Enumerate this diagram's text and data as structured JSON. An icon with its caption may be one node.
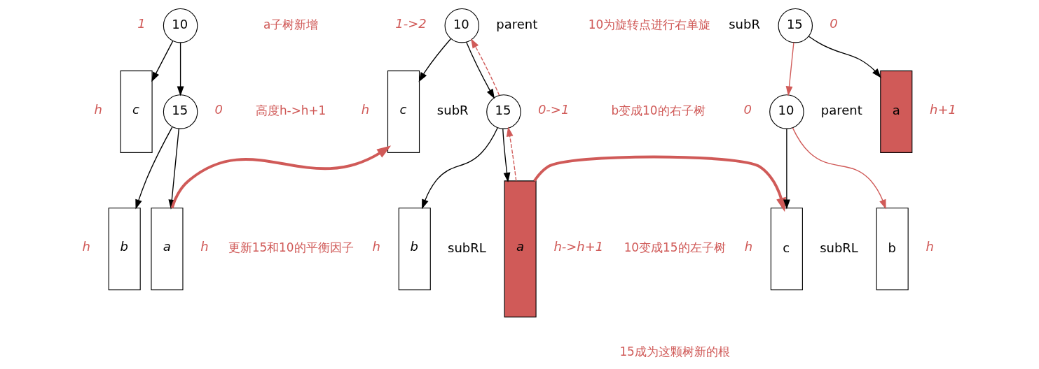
{
  "diagram": {
    "nodes": [
      {
        "text": [
          "10"
        ],
        "beside": [
          "1"
        ]
      },
      {
        "text": [
          "c"
        ],
        "beside": [
          "h"
        ]
      },
      {
        "text": [
          "15"
        ],
        "beside": [
          "0"
        ]
      },
      {
        "text": [
          "b"
        ],
        "beside": [
          "h"
        ]
      },
      {
        "text": [
          "a"
        ],
        "beside": [
          "h"
        ]
      },
      {
        "text": [
          "10"
        ],
        "beside": [
          "1->2",
          "parent"
        ]
      },
      {
        "text": [
          "c"
        ],
        "beside": [
          "h"
        ]
      },
      {
        "text": [
          "15"
        ],
        "beside": [
          "0->1",
          "subR"
        ]
      },
      {
        "text": [
          "b"
        ],
        "beside": [
          "h",
          "subRL"
        ]
      },
      {
        "text": [
          "a"
        ],
        "beside": [
          "h->h+1"
        ]
      },
      {
        "text": [
          "15"
        ],
        "beside": [
          "0",
          "subR"
        ]
      },
      {
        "text": [
          "10"
        ],
        "beside": [
          "0",
          "parent"
        ]
      },
      {
        "text": [
          "c"
        ],
        "beside": [
          "h"
        ]
      },
      {
        "text": [
          "b"
        ],
        "beside": [
          "subRL",
          "h"
        ]
      },
      {
        "text": [
          "a"
        ],
        "beside": [
          "h+1"
        ]
      }
    ],
    "edges": [
      {
        "from": 0,
        "to": 1,
        "arrow": "to"
      },
      {
        "from": 0,
        "to": 2,
        "arrow": "to"
      },
      {
        "from": 2,
        "to": 3,
        "arrow": "to"
      },
      {
        "from": 2,
        "to": 4,
        "arrow": "to"
      },
      {
        "from": 4,
        "to": 6,
        "arrow": "to",
        "style": "thick",
        "color": "#d05a58"
      },
      {
        "from": 5,
        "to": 6,
        "arrow": "to"
      },
      {
        "from": 5,
        "to": 7,
        "arrow": "to"
      },
      {
        "from": 7,
        "to": 8,
        "arrow": "to"
      },
      {
        "from": 7,
        "to": 9,
        "arrow": "to"
      },
      {
        "from": 9,
        "to": 7,
        "arrow": "to",
        "style": "dashed",
        "color": "#d05a58"
      },
      {
        "from": 7,
        "to": 5,
        "arrow": "to",
        "style": "dashed",
        "color": "#d05a58"
      },
      {
        "from": 9,
        "to": 12,
        "arrow": "to",
        "style": "thick",
        "color": "#d05a58"
      },
      {
        "from": 10,
        "to": 11,
        "arrow": "to",
        "color": "#d05a58"
      },
      {
        "from": 10,
        "to": 14,
        "arrow": "to"
      },
      {
        "from": 11,
        "to": 12,
        "arrow": "to"
      },
      {
        "from": 11,
        "to": 13,
        "arrow": "to",
        "color": "#d05a58"
      }
    ],
    "labels": [
      "a子树新增",
      "高度h->h+1",
      "更新15和10的平衡因子",
      "10为旋转点进行右单旋",
      "b变成10的右子树",
      "10变成15的左子树",
      "15成为这颗树新的根"
    ]
  }
}
